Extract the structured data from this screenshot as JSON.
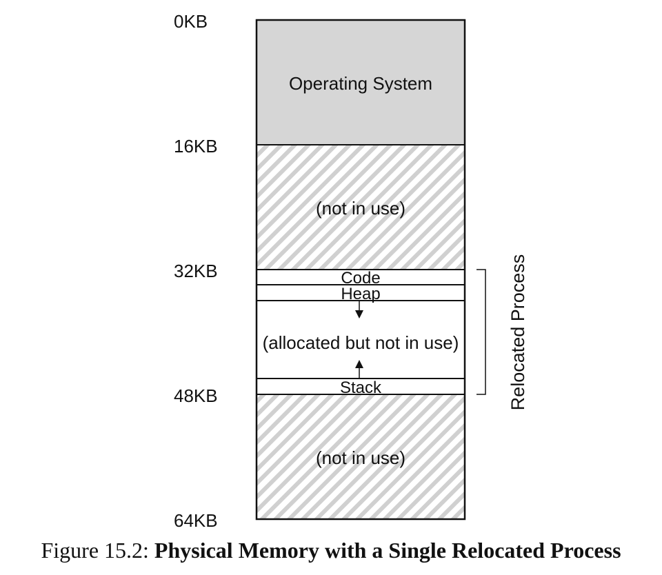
{
  "addresses": [
    "0KB",
    "16KB",
    "32KB",
    "48KB",
    "64KB"
  ],
  "regions": {
    "os": "Operating System",
    "free_top": "(not in use)",
    "free_bottom": "(not in use)"
  },
  "process": {
    "code": "Code",
    "heap": "Heap",
    "gap": "(allocated but not in use)",
    "stack": "Stack",
    "bracket_label": "Relocated Process"
  },
  "caption": {
    "number": "Figure 15.2:",
    "title": "Physical Memory with a Single Relocated Process"
  },
  "colors": {
    "os_fill": "#d6d6d6",
    "hatch_stripe": "#d0d0d0",
    "border": "#111111"
  }
}
